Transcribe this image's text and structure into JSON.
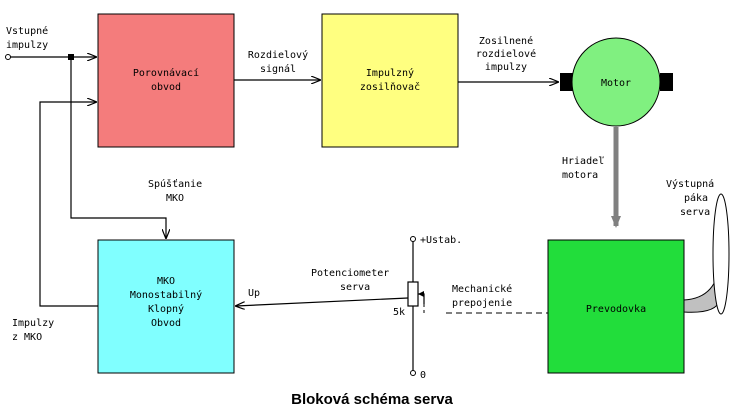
{
  "title": "Bloková schéma serva",
  "blocks": {
    "comparator": {
      "line1": "Porovnávací",
      "line2": "obvod",
      "color": "#f47c7c"
    },
    "amplifier": {
      "line1": "Impulzný",
      "line2": "zosilňovač",
      "color": "#ffff80"
    },
    "motor": {
      "label": "Motor",
      "color": "#80f080"
    },
    "gearbox": {
      "label": "Prevodovka",
      "color": "#22dd3b"
    },
    "mko": {
      "line1": "MKO",
      "line2": "Monostabilný",
      "line3": "Klopný",
      "line4": "Obvod",
      "color": "#80ffff"
    }
  },
  "labels": {
    "input_pulses": {
      "line1": "Vstupné",
      "line2": "impulzy"
    },
    "error_signal": {
      "line1": "Rozdielový",
      "line2": "signál"
    },
    "amplified_pulses": {
      "line1": "Zosilnené",
      "line2": "rozdielové",
      "line3": "impulzy"
    },
    "motor_shaft": {
      "line1": "Hriadeľ",
      "line2": "motora"
    },
    "output_arm": {
      "line1": "Výstupná",
      "line2": "páka",
      "line3": "serva"
    },
    "trigger": {
      "line1": "Spúšťanie",
      "line2": "MKO"
    },
    "potentiometer": {
      "line1": "Potenciometer",
      "line2": "serva",
      "value": "5k"
    },
    "supply": "+Ustab.",
    "ground": "0",
    "mech_link": {
      "line1": "Mechanické",
      "line2": "prepojenie"
    },
    "up": "Up",
    "mko_pulses": {
      "line1": "Impulzy",
      "line2": "z MKO"
    }
  }
}
